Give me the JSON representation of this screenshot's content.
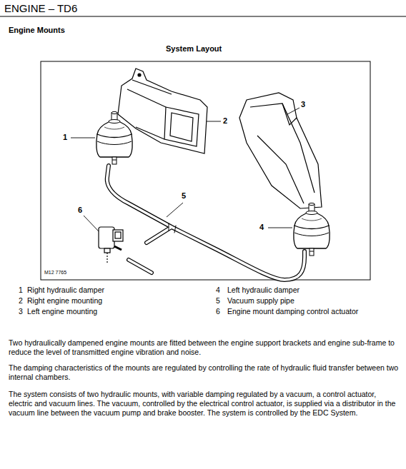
{
  "diagram": {
    "title": "ENGINE – TD6",
    "labels": [
      "Engine Mounts",
      "System Layout",
      "1",
      "2",
      "3",
      "4",
      "5",
      "6",
      "M12 7765",
      "1",
      "Right hydraulic damper",
      "2",
      "Right engine mounting",
      "3",
      "Left engine mounting",
      "4",
      "Left hydraulic damper",
      "5",
      "Vacuum supply pipe",
      "6",
      "Engine mount damping control actuator",
      "Two hydraulically dampened engine mounts are fitted between the engine support brackets and engine sub-frame to reduce the level of transmitted engine vibration and noise.",
      "The damping characteristics of the mounts are regulated by controlling the rate of hydraulic fluid transfer between two internal chambers.",
      "The system consists of two hydraulic mounts, with variable damping regulated by a vacuum, a control actuator, electric and vacuum lines. The vacuum, controlled by the electrical control actuator, is supplied via a distributor in the vacuum line between the vacuum pump and brake booster. The system is controlled by the EDC System."
    ]
  }
}
